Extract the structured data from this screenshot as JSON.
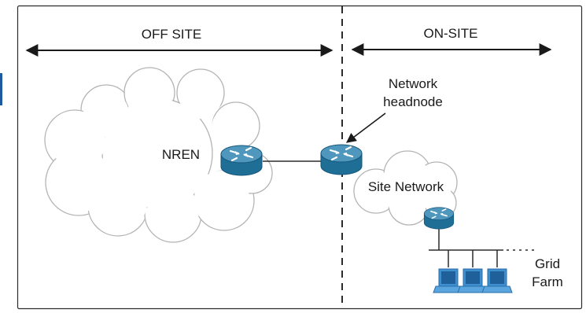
{
  "zones": {
    "off_site": "OFF SITE",
    "on_site": "ON-SITE"
  },
  "labels": {
    "nren": "NREN",
    "headnode_line1": "Network",
    "headnode_line2": "headnode",
    "site_network": "Site Network",
    "grid_line1": "Grid",
    "grid_line2": "Farm"
  },
  "colors": {
    "router": "#1f6e96",
    "router_top": "#4f97bd",
    "computer": "#3d8fd0",
    "cloud_fill": "#ffffff",
    "cloud_stroke": "#b4b4b4",
    "frame": "#2b2b2b",
    "left_marker": "#1e5aa0"
  },
  "icons": [
    "router-icon",
    "computer-icon",
    "cloud-icon",
    "arrow-icon"
  ]
}
